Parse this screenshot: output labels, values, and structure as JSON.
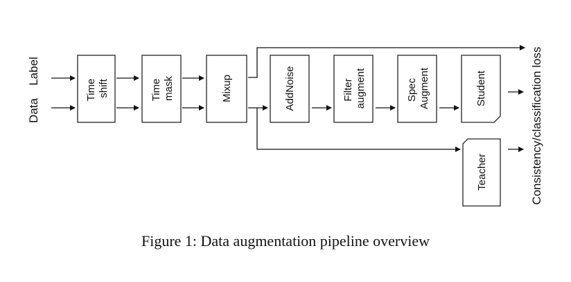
{
  "inputs": {
    "data": "Data",
    "label": "Label"
  },
  "blocks": {
    "time_shift": [
      "Time",
      "shift"
    ],
    "time_mask": [
      "Time",
      "mask"
    ],
    "mixup": [
      "Mixup"
    ],
    "addnoise": [
      "AddNoise"
    ],
    "filter_augment": [
      "Filter",
      "augment"
    ],
    "spec_augment": [
      "Spec",
      "Augment"
    ],
    "student": [
      "Student"
    ],
    "teacher": [
      "Teacher"
    ]
  },
  "output_label": "Consistency/classification loss",
  "caption": "Figure 1: Data augmentation pipeline overview"
}
